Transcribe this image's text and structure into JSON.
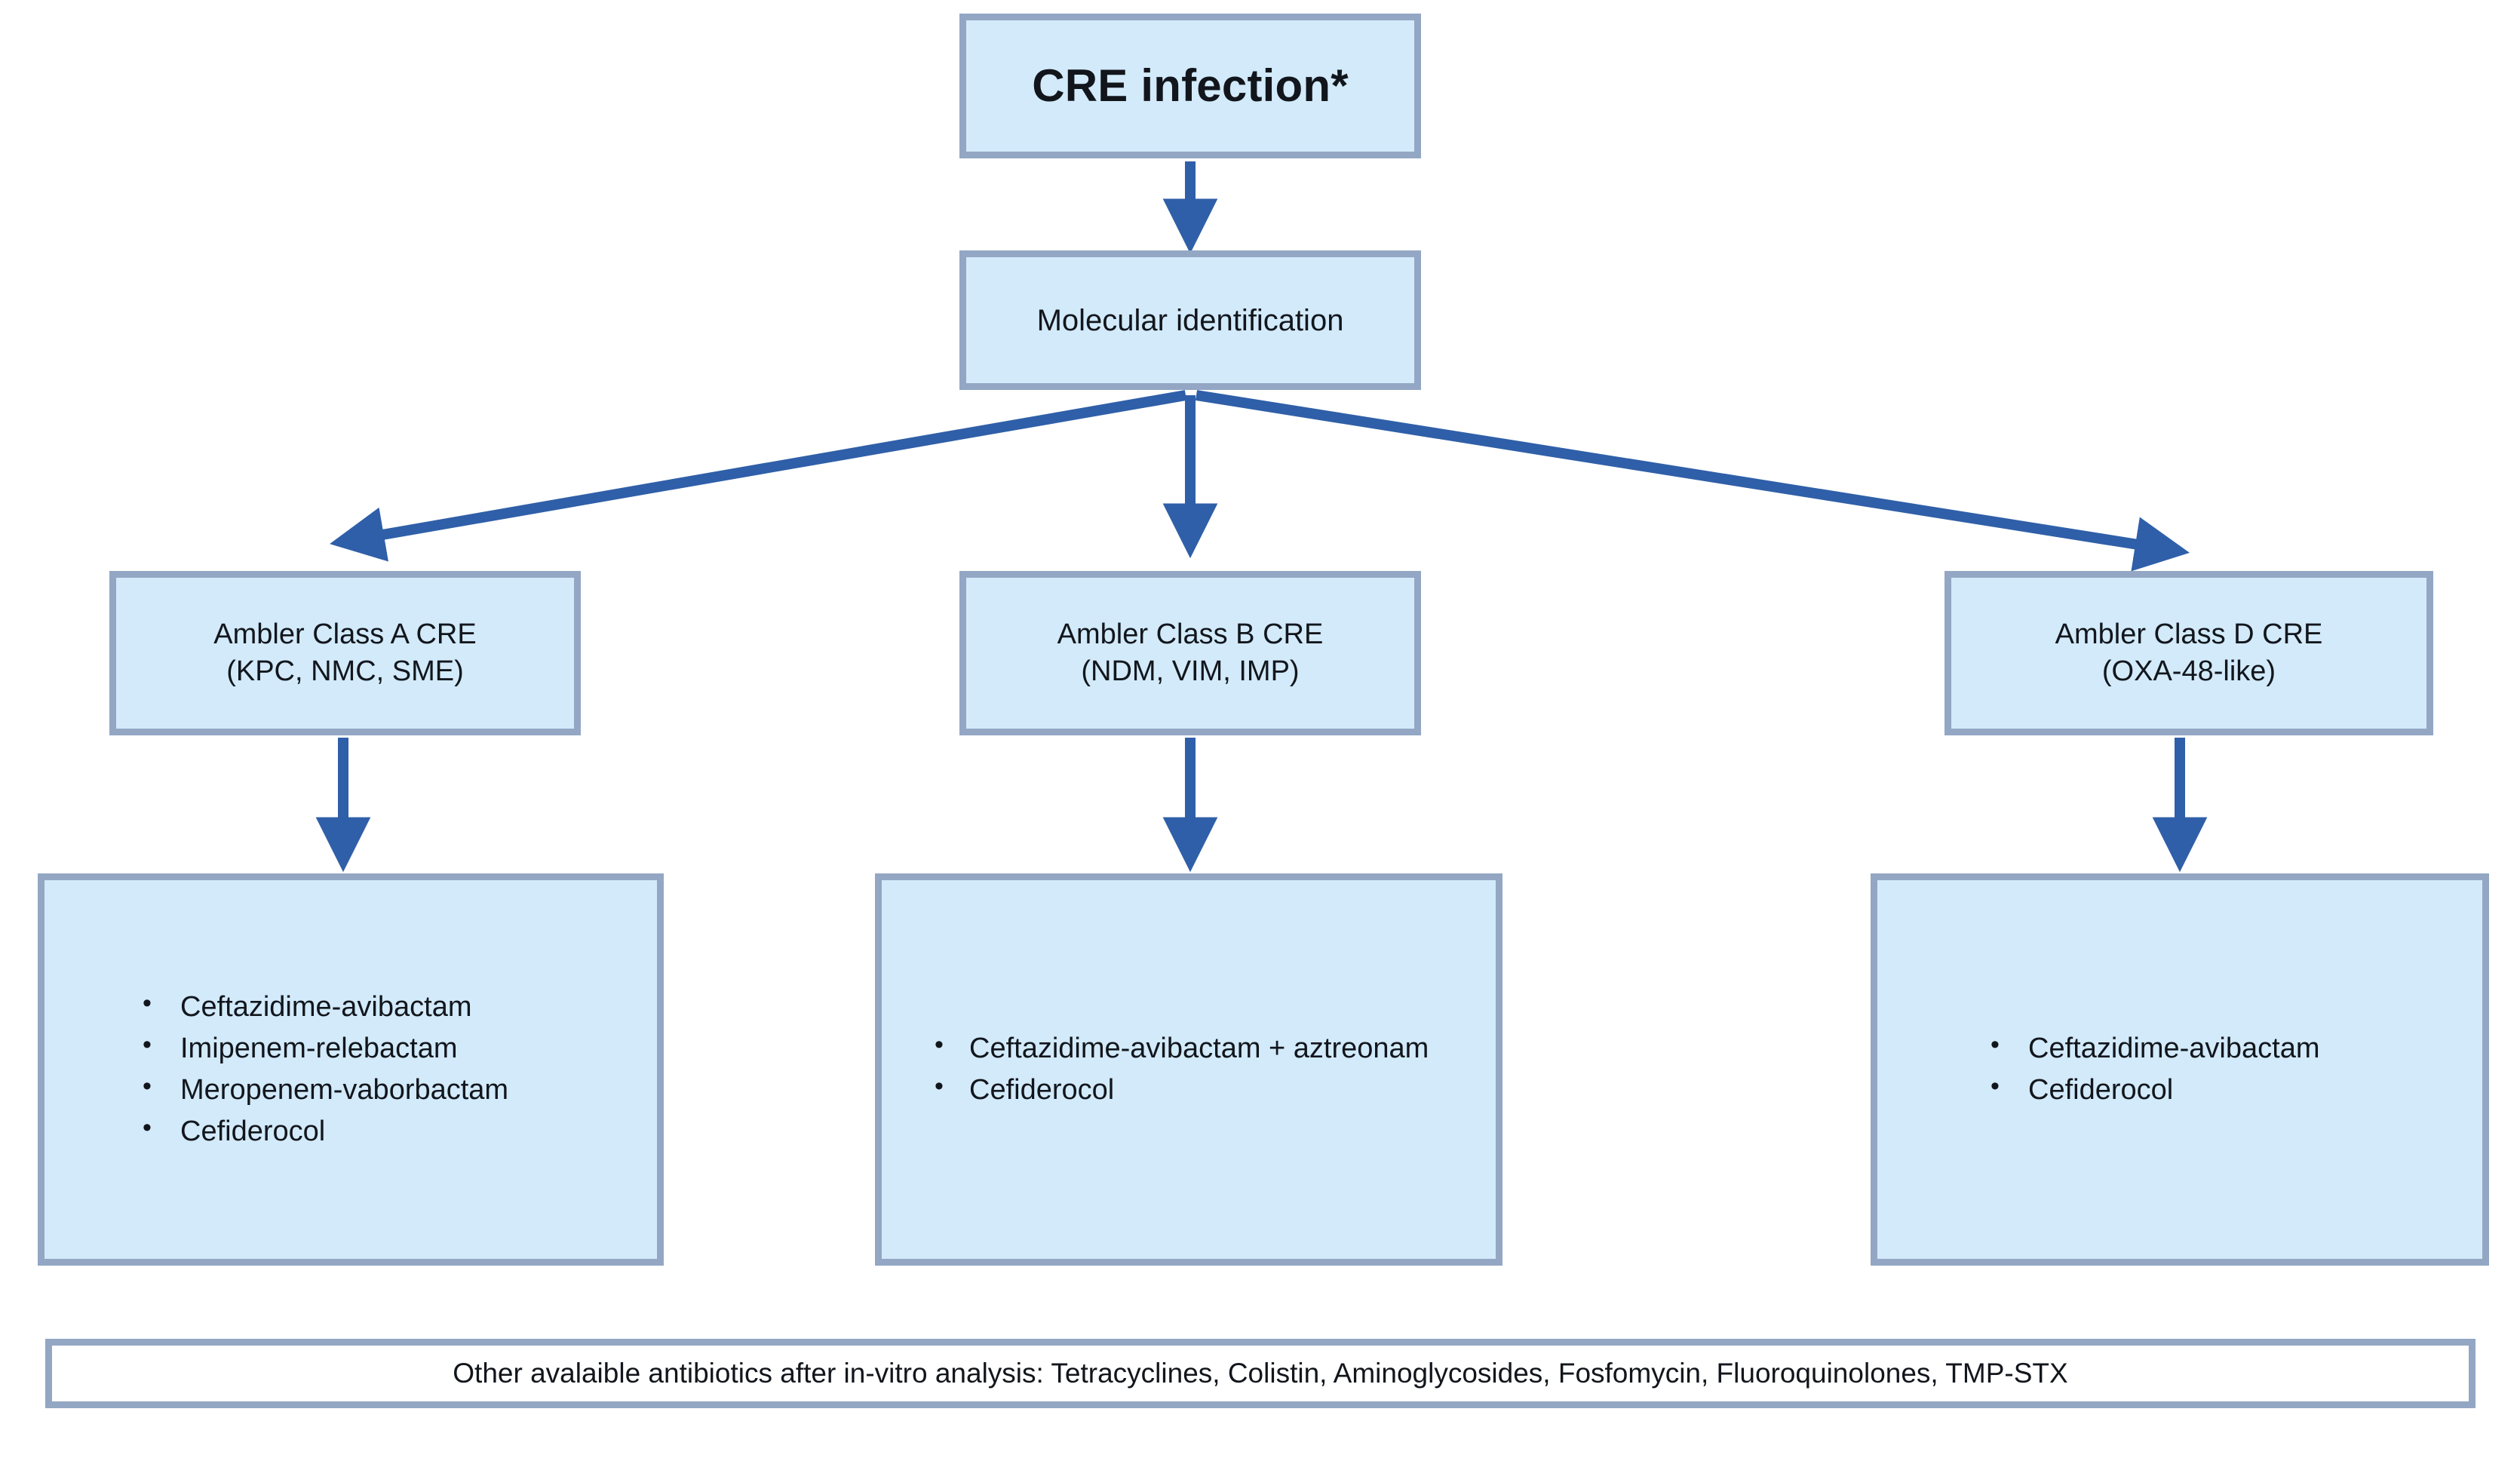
{
  "diagram": {
    "title_node": {
      "label": "CRE infection*"
    },
    "step_node": {
      "label": "Molecular identification"
    },
    "class_nodes": [
      {
        "id": "class-a",
        "label": "Ambler Class A CRE\n(KPC, NMC, SME)"
      },
      {
        "id": "class-b",
        "label": "Ambler Class B CRE\n(NDM, VIM, IMP)"
      },
      {
        "id": "class-d",
        "label": "Ambler Class D CRE\n(OXA-48-like)"
      }
    ],
    "treatment_nodes": [
      {
        "id": "treat-a",
        "items": [
          "Ceftazidime-avibactam",
          "Imipenem-relebactam",
          "Meropenem-vaborbactam",
          "Cefiderocol"
        ]
      },
      {
        "id": "treat-b",
        "items": [
          "Ceftazidime-avibactam + aztreonam",
          "Cefiderocol"
        ]
      },
      {
        "id": "treat-d",
        "items": [
          "Ceftazidime-avibactam",
          "Cefiderocol"
        ]
      }
    ],
    "footer": {
      "label": "Other avalaible antibiotics after in-vitro analysis: Tetracyclines, Colistin, Aminoglycosides, Fosfomycin, Fluoroquinolones,  TMP-STX"
    },
    "colors": {
      "box_fill": "#d2eafa",
      "box_border": "#93a7c4",
      "arrow": "#2f5fa8",
      "text": "#12161c",
      "footer_fill": "#ffffff"
    }
  }
}
